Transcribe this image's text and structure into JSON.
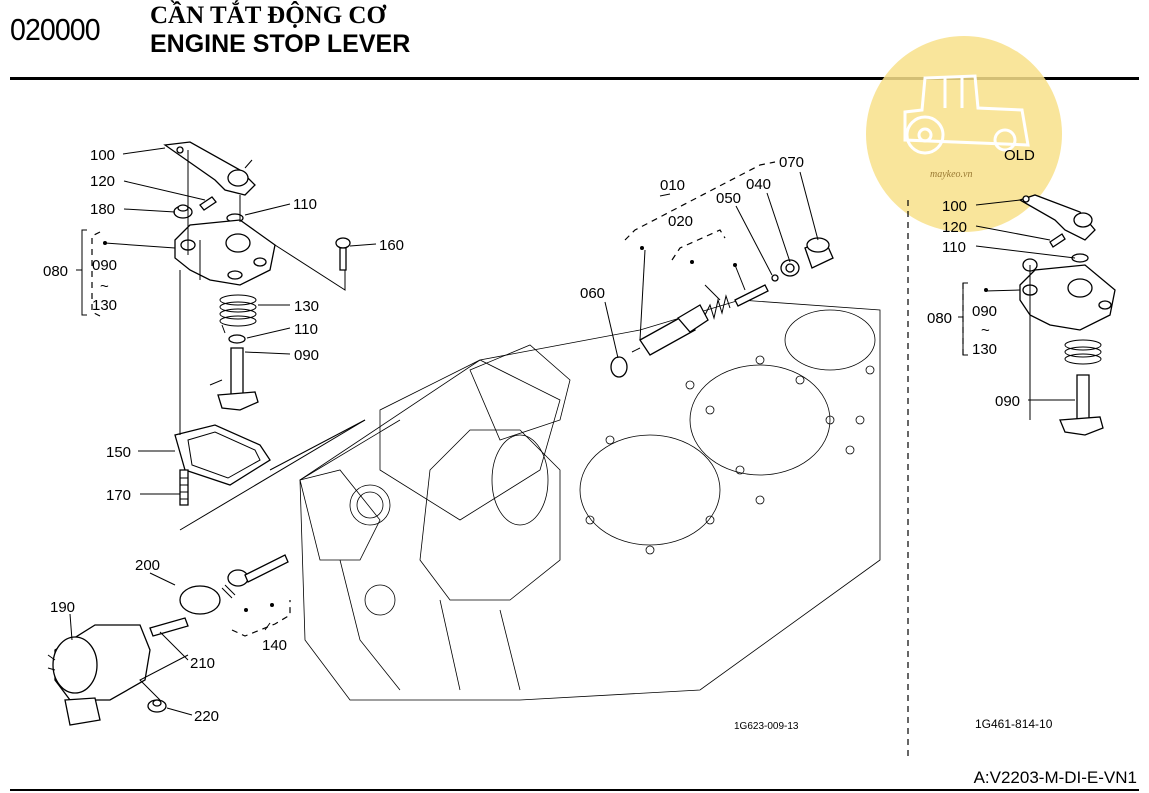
{
  "header": {
    "code": "020000",
    "title_vi": "CẦN TẮT ĐỘNG CƠ",
    "title_en": "ENGINE STOP LEVER"
  },
  "watermark": {
    "text": "OLD",
    "site": "maykeo.vn",
    "color": "#f7dc6f",
    "icon": "tractor-icon"
  },
  "main_parts": {
    "p100": "100",
    "p120": "120",
    "p180": "180",
    "p110a": "110",
    "p160": "160",
    "p080": "080",
    "p090r1": "090",
    "tilde": "~",
    "p130r1": "130",
    "p130": "130",
    "p110b": "110",
    "p090": "090",
    "p150": "150",
    "p170": "170",
    "p200": "200",
    "p190": "190",
    "p210": "210",
    "p220": "220",
    "p140": "140",
    "p010": "010",
    "p020": "020",
    "p050": "050",
    "p040": "040",
    "p070": "070",
    "p060": "060"
  },
  "old_parts": {
    "p100": "100",
    "p120": "120",
    "p110": "110",
    "p080": "080",
    "p090r1": "090",
    "tilde": "~",
    "p130r1": "130",
    "p090": "090"
  },
  "figure_ids": {
    "main": "1G623-009-13",
    "old": "1G461-814-10"
  },
  "footer": {
    "doc_ref": "A:V2203-M-DI-E-VN1"
  }
}
